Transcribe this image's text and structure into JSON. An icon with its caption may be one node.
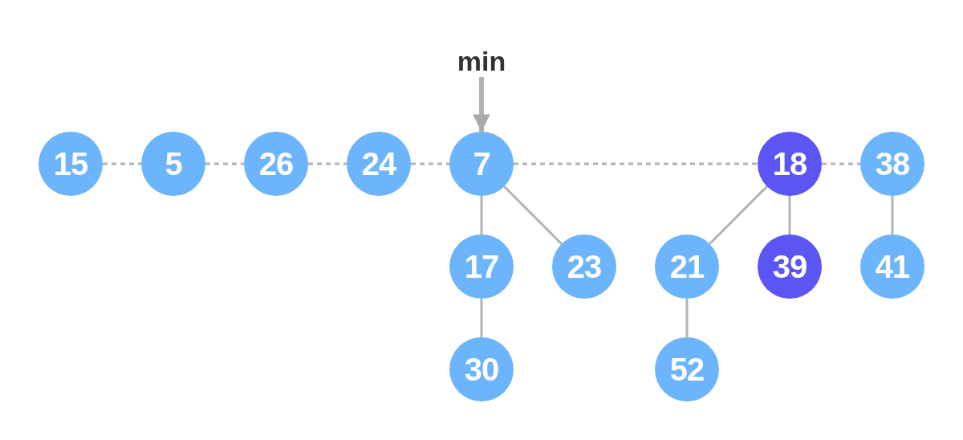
{
  "diagram": {
    "nodes": [
      {
        "text": [
          "min"
        ]
      },
      {
        "text": [
          "15"
        ]
      },
      {
        "text": [
          "5"
        ]
      },
      {
        "text": [
          "26"
        ]
      },
      {
        "text": [
          "24"
        ]
      },
      {
        "text": [
          "7"
        ]
      },
      {
        "text": [
          "18"
        ]
      },
      {
        "text": [
          "38"
        ]
      },
      {
        "text": [
          "17"
        ]
      },
      {
        "text": [
          "23"
        ]
      },
      {
        "text": [
          "21"
        ]
      },
      {
        "text": [
          "39"
        ]
      },
      {
        "text": [
          "41"
        ]
      },
      {
        "text": [
          "30"
        ]
      },
      {
        "text": [
          "52"
        ]
      }
    ],
    "edges": [
      {
        "from": 0,
        "to": 5,
        "arrow": "to",
        "style": "thick"
      },
      {
        "from": 1,
        "to": 2,
        "arrow": "none",
        "style": "dashed"
      },
      {
        "from": 2,
        "to": 3,
        "arrow": "none",
        "style": "dashed"
      },
      {
        "from": 3,
        "to": 4,
        "arrow": "none",
        "style": "dashed"
      },
      {
        "from": 4,
        "to": 5,
        "arrow": "none",
        "style": "dashed"
      },
      {
        "from": 5,
        "to": 6,
        "arrow": "none",
        "style": "dashed"
      },
      {
        "from": 6,
        "to": 7,
        "arrow": "none",
        "style": "dashed"
      },
      {
        "from": 5,
        "to": 8,
        "arrow": "none"
      },
      {
        "from": 5,
        "to": 9,
        "arrow": "none"
      },
      {
        "from": 8,
        "to": 13,
        "arrow": "none"
      },
      {
        "from": 6,
        "to": 10,
        "arrow": "none"
      },
      {
        "from": 6,
        "to": 11,
        "arrow": "none"
      },
      {
        "from": 10,
        "to": 14,
        "arrow": "none"
      },
      {
        "from": 7,
        "to": 12,
        "arrow": "none"
      }
    ]
  }
}
